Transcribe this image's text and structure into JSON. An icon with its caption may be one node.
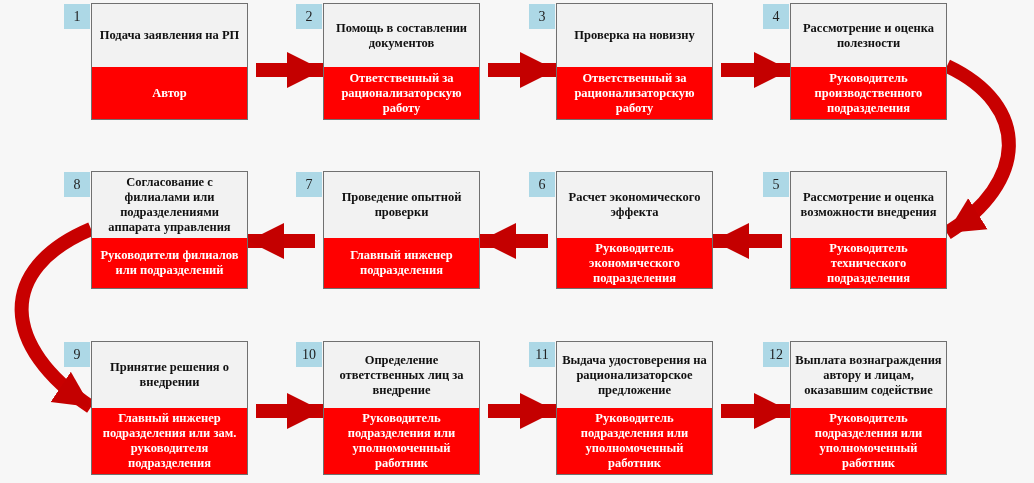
{
  "diagram": {
    "nodes": [
      {
        "text": [
          "Подача заявления на РП",
          "Автор"
        ],
        "beside": [
          "1"
        ]
      },
      {
        "text": [
          "Помощь в составлении документов",
          "Ответственный за рационализаторскую работу"
        ],
        "beside": [
          "2"
        ]
      },
      {
        "text": [
          "Проверка на новизну",
          "Ответственный за рационализаторскую работу"
        ],
        "beside": [
          "3"
        ]
      },
      {
        "text": [
          "Рассмотрение и оценка полезности",
          "Руководитель производственного подразделения"
        ],
        "beside": [
          "4"
        ]
      },
      {
        "text": [
          "Рассмотрение и оценка возможности внедрения",
          "Руководитель технического подразделения"
        ],
        "beside": [
          "5"
        ]
      },
      {
        "text": [
          "Расчет экономического эффекта",
          "Руководитель экономического подразделения"
        ],
        "beside": [
          "6"
        ]
      },
      {
        "text": [
          "Проведение опытной проверки",
          "Главный инженер подразделения"
        ],
        "beside": [
          "7"
        ]
      },
      {
        "text": [
          "Согласование с филиалами или подразделениями аппарата управления",
          "Руководители филиалов или подразделений"
        ],
        "beside": [
          "8"
        ]
      },
      {
        "text": [
          "Принятие решения о внедрении",
          "Главный инженер подразделения или зам. руководителя подразделения"
        ],
        "beside": [
          "9"
        ]
      },
      {
        "text": [
          "Определение ответственных лиц за внедрение",
          "Руководитель подразделения или уполномоченный работник"
        ],
        "beside": [
          "10"
        ]
      },
      {
        "text": [
          "Выдача удостоверения на рационализаторское предложение",
          "Руководитель подразделения или уполномоченный работник"
        ],
        "beside": [
          "11"
        ]
      },
      {
        "text": [
          "Выплата вознаграждения автору и лицам, оказавшим содействие",
          "Руководитель подразделения или уполномоченный работник"
        ],
        "beside": [
          "12"
        ]
      }
    ],
    "edges": [
      {
        "from": 0,
        "to": 1,
        "arrow": "to"
      },
      {
        "from": 1,
        "to": 2,
        "arrow": "to"
      },
      {
        "from": 2,
        "to": 3,
        "arrow": "to"
      },
      {
        "from": 3,
        "to": 4,
        "arrow": "to"
      },
      {
        "from": 4,
        "to": 5,
        "arrow": "to"
      },
      {
        "from": 5,
        "to": 6,
        "arrow": "to"
      },
      {
        "from": 6,
        "to": 7,
        "arrow": "to"
      },
      {
        "from": 7,
        "to": 8,
        "arrow": "to"
      },
      {
        "from": 8,
        "to": 9,
        "arrow": "to"
      },
      {
        "from": 9,
        "to": 10,
        "arrow": "to"
      },
      {
        "from": 10,
        "to": 11,
        "arrow": "to"
      }
    ]
  }
}
